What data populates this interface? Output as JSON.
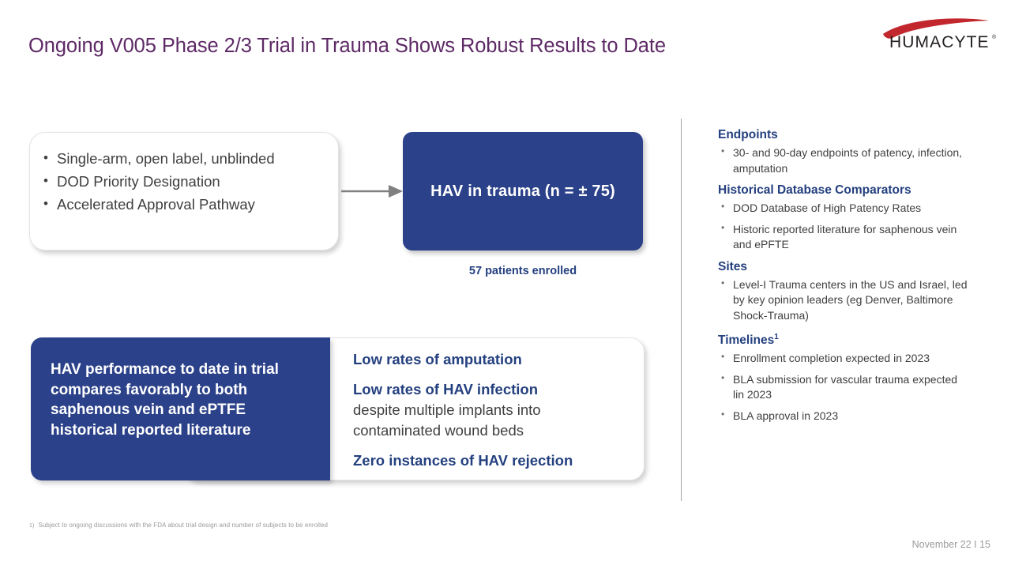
{
  "slide": {
    "title": "Ongoing V005 Phase 2/3 Trial in Trauma Shows Robust Results to Date",
    "date": "November 22 I 15",
    "footnote_marker": "1)",
    "footnote_text": "Subject to ongoing discussions with the FDA about trial design and number of subjects to be enrolled"
  },
  "logo": {
    "wordmark": "HUMACYTE",
    "registered_mark": "®",
    "swoosh_color": "#c1272d",
    "wordmark_color": "#231f20"
  },
  "colors": {
    "title_purple": "#5e2a66",
    "brand_blue": "#2b4189",
    "heading_blue": "#24407f",
    "body_gray": "#3f3f3f",
    "divider_gray": "#a6a6a6",
    "arrow_gray": "#808080"
  },
  "design_card": {
    "bullets": [
      "Single-arm, open label, unblinded",
      "DOD Priority Designation",
      "Accelerated Approval Pathway"
    ]
  },
  "arrow": {
    "name": "right-arrow"
  },
  "hav_box": {
    "label": "HAV in trauma (n = ±  75)",
    "caption": "57 patients enrolled"
  },
  "results": {
    "blue_statement": "HAV performance to date in trial compares favorably to both saphenous vein and ePTFE historical reported literature",
    "points": [
      {
        "strong": "Low rates of amputation",
        "plain": ""
      },
      {
        "strong": "Low rates of HAV infection",
        "plain": "despite multiple implants into contaminated wound beds"
      },
      {
        "strong": "Zero instances of HAV rejection",
        "plain": ""
      }
    ]
  },
  "right_column": {
    "sections": [
      {
        "heading": "Endpoints",
        "superscript": "",
        "items": [
          "30- and 90-day endpoints of  patency, infection, amputation"
        ]
      },
      {
        "heading": "Historical Database Comparators",
        "superscript": "",
        "items": [
          "DOD Database of High Patency Rates",
          "Historic reported literature for saphenous vein and ePFTE"
        ]
      },
      {
        "heading": "Sites",
        "superscript": "",
        "items": [
          "Level-I Trauma centers in the US and Israel, led by key opinion leaders (eg Denver, Baltimore Shock-Trauma)"
        ]
      },
      {
        "heading": "Timelines",
        "superscript": "1",
        "items": [
          "Enrollment completion expected in 2023",
          "BLA submission for vascular trauma expected lin 2023",
          "BLA approval in 2023"
        ]
      }
    ]
  }
}
